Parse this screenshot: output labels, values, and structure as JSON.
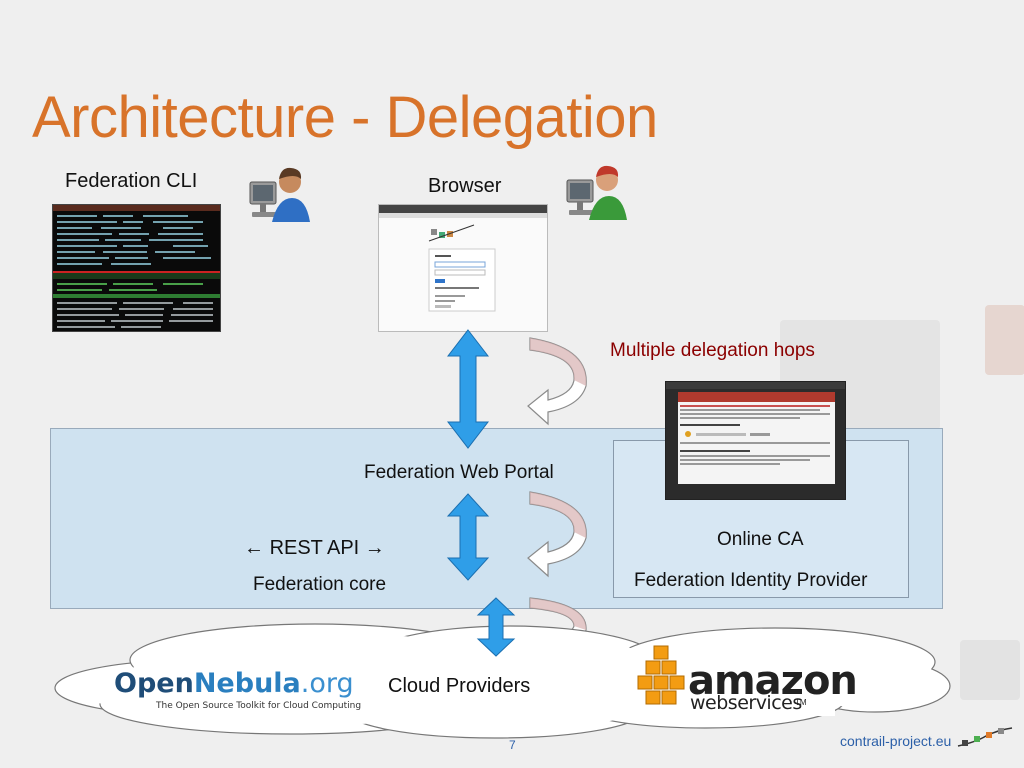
{
  "slide": {
    "title": "Architecture - Delegation",
    "page_number": "7",
    "footer_link": "contrail-project.eu"
  },
  "clients": {
    "cli_label": "Federation CLI",
    "browser_label": "Browser"
  },
  "annotations": {
    "delegation_hops": "Multiple delegation hops"
  },
  "federation": {
    "web_portal": "Federation Web Portal",
    "rest_api": "REST API",
    "core": "Federation core",
    "online_ca": "Online CA",
    "identity_provider": "Federation Identity Provider"
  },
  "cloud": {
    "label": "Cloud Providers",
    "opennebula": {
      "part1": "Open",
      "part2": "Nebula",
      "part3": ".org",
      "tagline": "The Open Source Toolkit for Cloud Computing"
    },
    "amazon": {
      "line1": "amazon",
      "line2": "webservices",
      "tm": "TM"
    }
  },
  "colors": {
    "title": "#d8732a",
    "hops_label": "#8b0000",
    "arrow_blue": "#2f9ee8",
    "panel": "#cfe2f0"
  }
}
